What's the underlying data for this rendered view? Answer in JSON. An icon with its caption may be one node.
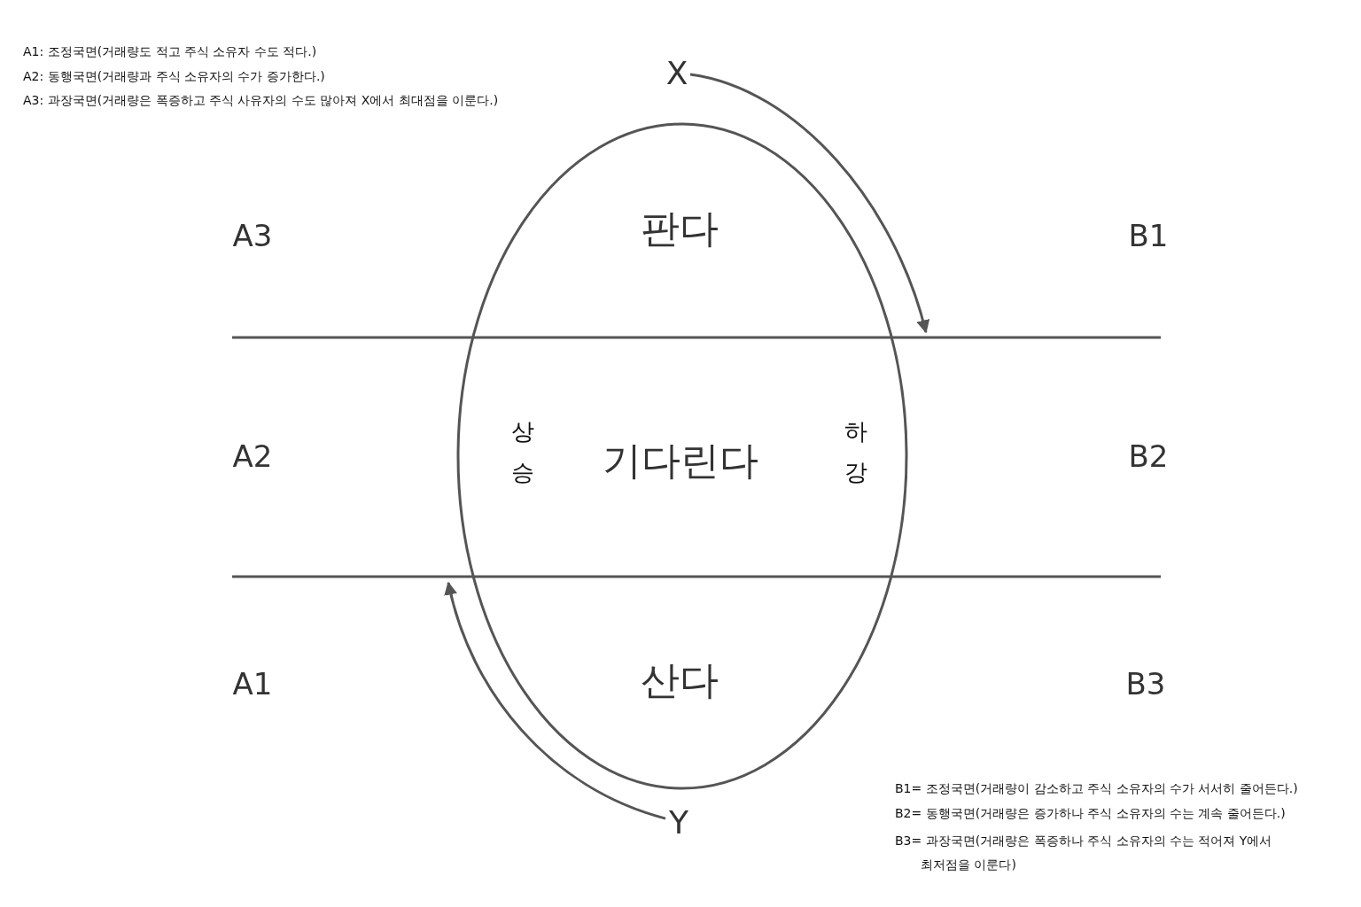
{
  "diagram": {
    "nodes": [
      {
        "text": [
          "X"
        ]
      },
      {
        "text": [
          "Y"
        ]
      }
    ],
    "edges": [
      {
        "from": 0,
        "to": null,
        "arrow": "to"
      },
      {
        "from": 1,
        "to": null,
        "arrow": "to"
      }
    ],
    "labels": [
      "A1: 조정국면(거래량도 적고 주식 소유자 수도 적다.)",
      "A2: 동행국면(거래량과 주식 소유자의 수가 증가한다.)",
      "A3: 과장국면(거래량은 폭증하고 주식 사유자의 수도 많아져 X에서 최대점을 이룬다.)",
      "A3",
      "판다",
      "B1",
      "A2",
      "상승",
      "기다린다",
      "하강",
      "B2",
      "A1",
      "산다",
      "B3",
      "B1= 조정국면(거래량이 감소하고 주식 소유자의 수가 서서히 줄어든다.)",
      "B2= 동행국면(거래량은 증가하나 주식 소유자의 수는 계속 줄어든다.)",
      "B3= 과장국면(거래량은 폭증하나 주식 소유자의 수는 적어져 Y에서 최저점을 이룬다)"
    ]
  }
}
